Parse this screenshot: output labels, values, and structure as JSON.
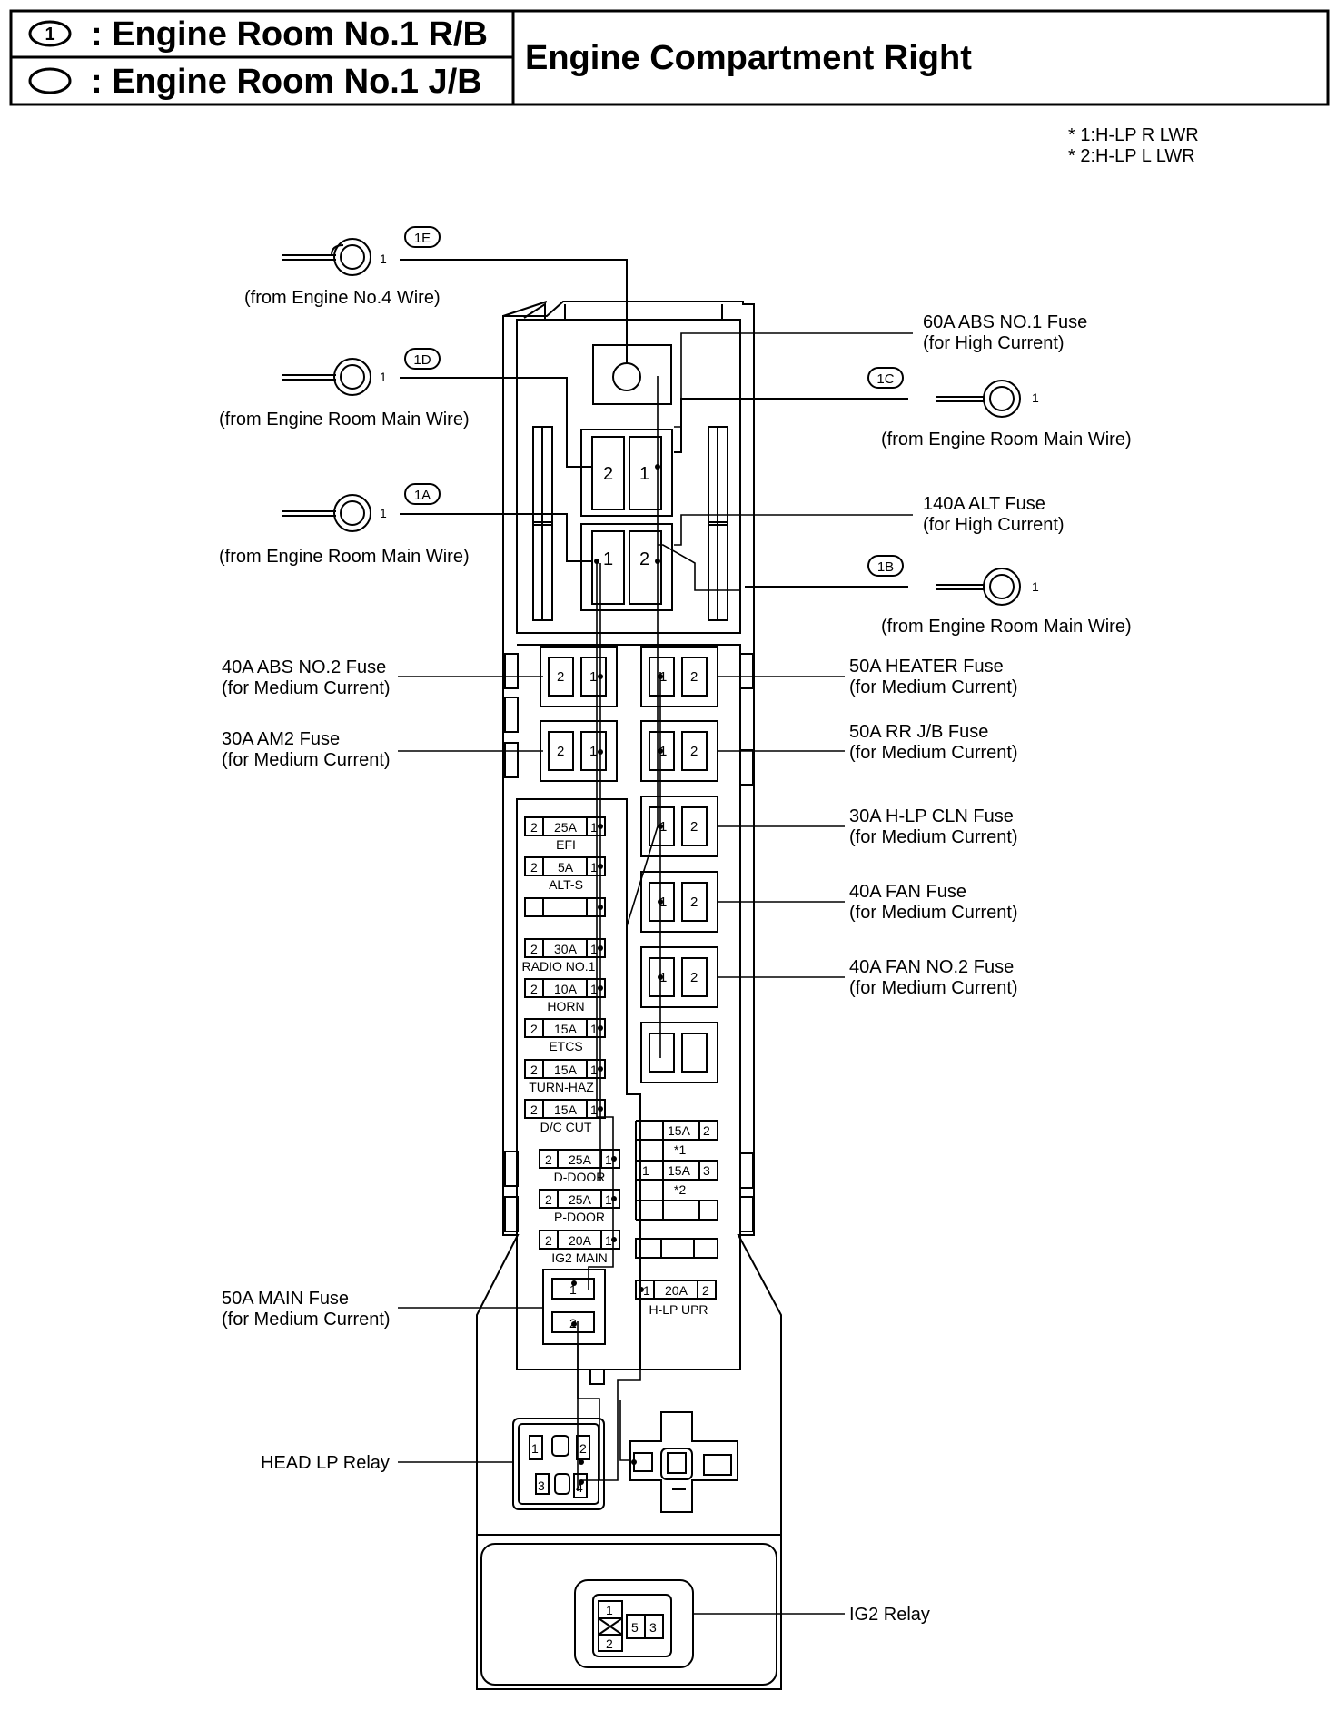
{
  "header": {
    "legend_rb_tag": "1",
    "legend_rb": ": Engine Room No.1 R/B",
    "legend_jb": ": Engine Room No.1 J/B",
    "title": "Engine Compartment Right"
  },
  "notes": {
    "note1": "* 1:H-LP R LWR",
    "note2": "* 2:H-LP L LWR"
  },
  "connectors": {
    "c1E": {
      "tag": "1E",
      "pin": "1",
      "desc": "(from Engine No.4 Wire)"
    },
    "c1D": {
      "tag": "1D",
      "pin": "1",
      "desc": "(from Engine Room Main Wire)"
    },
    "c1A": {
      "tag": "1A",
      "pin": "1",
      "desc": "(from Engine Room Main Wire)"
    },
    "c1C": {
      "tag": "1C",
      "pin": "1",
      "desc": "(from Engine Room Main Wire)"
    },
    "c1B": {
      "tag": "1B",
      "pin": "1",
      "desc": "(from Engine Room Main Wire)"
    }
  },
  "callouts": {
    "abs1": {
      "name": "60A ABS NO.1 Fuse",
      "sub": "(for High Current)"
    },
    "alt": {
      "name": "140A ALT Fuse",
      "sub": "(for High Current)"
    },
    "abs2": {
      "name": "40A ABS NO.2 Fuse",
      "sub": "(for Medium Current)"
    },
    "am2": {
      "name": "30A AM2 Fuse",
      "sub": "(for Medium Current)"
    },
    "heater": {
      "name": "50A HEATER Fuse",
      "sub": "(for Medium Current)"
    },
    "rrjb": {
      "name": "50A RR J/B Fuse",
      "sub": "(for Medium Current)"
    },
    "hlpcln": {
      "name": "30A H-LP CLN Fuse",
      "sub": "(for Medium Current)"
    },
    "fan": {
      "name": "40A FAN Fuse",
      "sub": "(for Medium Current)"
    },
    "fan2": {
      "name": "40A FAN NO.2 Fuse",
      "sub": "(for Medium Current)"
    },
    "main": {
      "name": "50A MAIN Fuse",
      "sub": "(for Medium Current)"
    },
    "headlp": {
      "name": "HEAD LP Relay"
    },
    "ig2": {
      "name": "IG2 Relay"
    }
  },
  "mini_fuses": {
    "efi": {
      "amp": "25A",
      "name": "EFI",
      "p1": "1",
      "p2": "2"
    },
    "alts": {
      "amp": "5A",
      "name": "ALT-S",
      "p1": "1",
      "p2": "2"
    },
    "radio": {
      "amp": "30A",
      "name": "RADIO NO.1",
      "p1": "1",
      "p2": "2"
    },
    "horn": {
      "amp": "10A",
      "name": "HORN",
      "p1": "1",
      "p2": "2"
    },
    "etcs": {
      "amp": "15A",
      "name": "ETCS",
      "p1": "1",
      "p2": "2"
    },
    "turn": {
      "amp": "15A",
      "name": "TURN-HAZ",
      "p1": "1",
      "p2": "2"
    },
    "dccut": {
      "amp": "15A",
      "name": "D/C CUT",
      "p1": "1",
      "p2": "2"
    },
    "ddoor": {
      "amp": "25A",
      "name": "D-DOOR",
      "p1": "1",
      "p2": "2"
    },
    "pdoor": {
      "amp": "25A",
      "name": "P-DOOR",
      "p1": "1",
      "p2": "2"
    },
    "ig2main": {
      "amp": "20A",
      "name": "IG2 MAIN",
      "p1": "1",
      "p2": "2"
    },
    "hlpupr": {
      "amp": "20A",
      "name": "H-LP UPR",
      "p1": "1",
      "p2": "2"
    }
  },
  "lwr_block": {
    "common": "1",
    "r_amp": "15A",
    "r_pin": "2",
    "r_note": "*1",
    "l_amp": "15A",
    "l_pin": "3",
    "l_note": "*2"
  },
  "pins": {
    "one": "1",
    "two": "2",
    "three": "3",
    "four": "4",
    "five": "5"
  }
}
